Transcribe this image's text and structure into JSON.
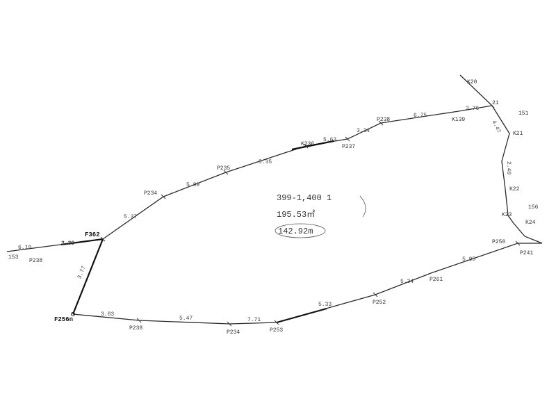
{
  "area_info": {
    "code": "399-1,400 1",
    "area": "195.53㎡",
    "perimeter": "142.92m"
  },
  "points": {
    "p_left_end": "153",
    "p_left": "P238",
    "p_f362": "F362",
    "p_f256": "F256n",
    "p_bl1": "P238",
    "p_bl2": "P234",
    "p_bl3": "P253",
    "p_br1": "P252",
    "p_br2": "P261",
    "p_r_low1": "P250",
    "p_r_low2": "P241",
    "p_tl1": "P234",
    "p_tl2": "P235",
    "p_tl3": "K236",
    "p_tl4": "P237",
    "p_tl5": "P238",
    "p_tr": "K139",
    "p_top": "K20",
    "p_21": "21",
    "p_151": "151",
    "p_k21": "K21",
    "p_k22": "K22",
    "p_k23": "K23",
    "p_k24": "K24",
    "p_156": "156"
  },
  "measures": {
    "m_left": "6.19",
    "m_left2": "3.39",
    "m_upper1": "5.37",
    "m_upper2": "5.89",
    "m_upper3": "5.35",
    "m_upper4": "5.63",
    "m_upper5": "3.34",
    "m_upper6": "6.75",
    "m_upper7": "3.76",
    "m_vert": "3.77",
    "m_bottom1": "3.83",
    "m_bottom2": "5.47",
    "m_bottom3": "7.71",
    "m_lower1": "5.33",
    "m_lower2": "5.34",
    "m_lower3": "5.95",
    "m_right1": "2.40",
    "m_right2": "4.47"
  }
}
